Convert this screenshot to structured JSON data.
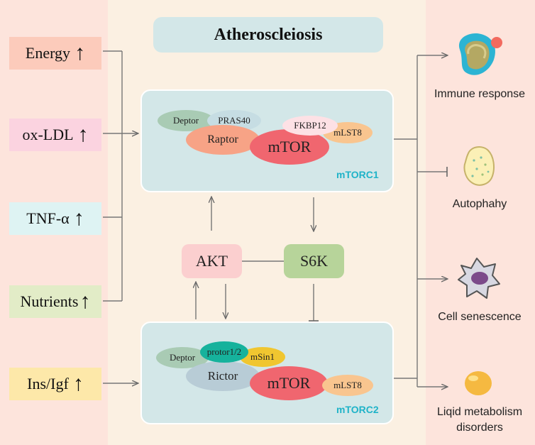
{
  "title": "Atheroscleiosis",
  "inputs": [
    {
      "label": "Energy",
      "color": "#fccbbb"
    },
    {
      "label": "ox-LDL",
      "color": "#fbd3e0"
    },
    {
      "label": "TNF-α",
      "color": "#def3f3"
    },
    {
      "label": "Nutrients",
      "color": "#e2ecc7"
    },
    {
      "label": "Ins/Igf",
      "color": "#fde8a9"
    }
  ],
  "mtorc1": {
    "label": "mTORC1",
    "deptor": "Deptor",
    "pras40": "PRAS40",
    "raptor": "Raptor",
    "fkbp12": "FKBP12",
    "mtor": "mTOR",
    "mlst8": "mLST8"
  },
  "mtorc2": {
    "label": "mTORC2",
    "deptor": "Deptor",
    "protor": "protor1/2",
    "msin1": "mSin1",
    "rictor": "Rictor",
    "mtor": "mTOR",
    "mlst8": "mLST8"
  },
  "akt": "AKT",
  "s6k": "S6K",
  "outputs": {
    "immune": "Immune response",
    "autophagy": "Autophahy",
    "senescence": "Cell senescence",
    "lipid_line1": "Liqid metabolism",
    "lipid_line2": "disorders"
  },
  "colors": {
    "deptor": "#a9cbb4",
    "pras40": "#c6dde3",
    "raptor": "#f7a386",
    "fkbp12": "#fde1e5",
    "mtor": "#f0666f",
    "mlst8": "#f9c58f",
    "protor": "#16b29c",
    "msin1": "#f0c630",
    "rictor": "#b8ccd6",
    "akt": "#fbcfcf",
    "s6k": "#b7d49a",
    "complex_label": "#1fb3c8"
  }
}
